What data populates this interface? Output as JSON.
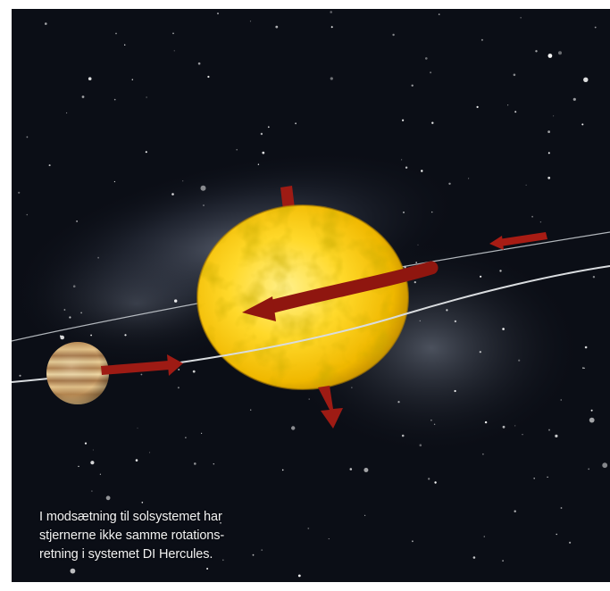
{
  "caption": {
    "lines": [
      "I modsætning til solsystemet har",
      "stjernerne ikke samme rotations-",
      "retning i systemet DI Hercules."
    ]
  },
  "colors": {
    "sky": "#0b0e16",
    "nebula": "#6c7383",
    "star_core": "#ffe02e",
    "star_edge": "#d9a400",
    "arrow": "#9e1b14",
    "orbit": "#cfd3d8",
    "planet_band_light": "#e6c48a",
    "planet_band_dark": "#a97a4b"
  },
  "icons": [
    "large-yellow-star",
    "striped-companion-planet",
    "spin-axis-arrow",
    "orbital-motion-arrow",
    "orbit-path"
  ]
}
